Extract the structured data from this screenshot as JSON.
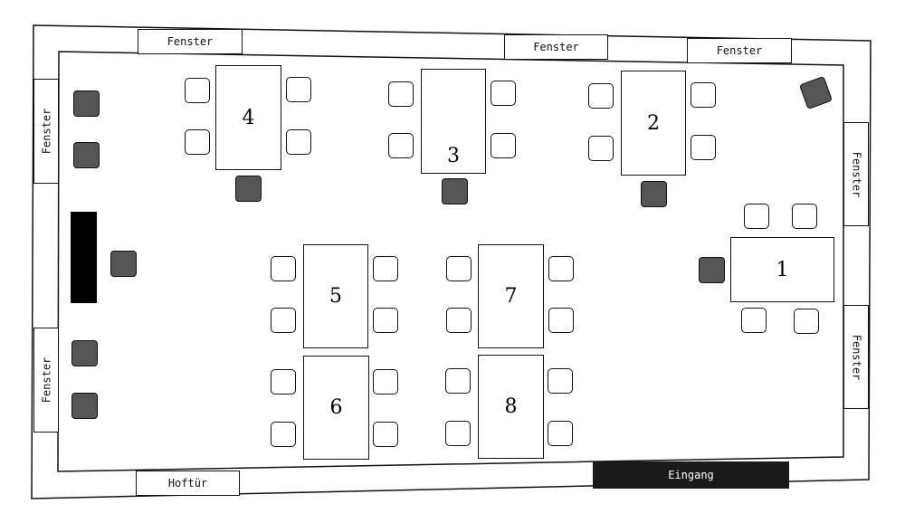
{
  "windows": {
    "label": "Fenster"
  },
  "doors": {
    "courtyard": "Hoftür",
    "entrance": "Eingang"
  },
  "tables": [
    "1",
    "2",
    "3",
    "4",
    "5",
    "6",
    "7",
    "8"
  ],
  "colors": {
    "seat": "#555555",
    "board": "#000000",
    "entrance": "#1a1a1a"
  }
}
